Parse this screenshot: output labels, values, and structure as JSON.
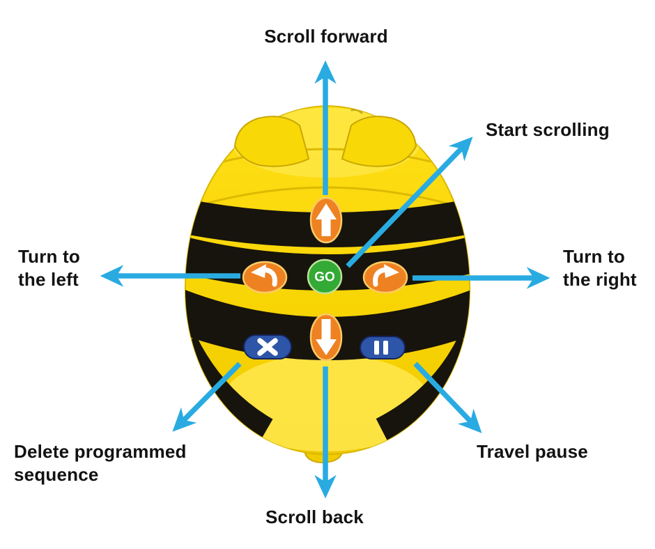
{
  "annotations": {
    "scroll_forward": "Scroll forward",
    "start_scrolling": "Start scrolling",
    "turn_left": "Turn to\nthe left",
    "turn_right": "Turn to\nthe right",
    "delete_sequence": "Delete programmed\nsequence",
    "travel_pause": "Travel pause",
    "scroll_back": "Scroll back"
  },
  "robot": {
    "go_button_label": "GO",
    "colors": {
      "arrow_blue": "#29ABE2",
      "body_yellow": "#F8D505",
      "stripe_black": "#17140D",
      "button_orange": "#EE8122",
      "button_green": "#33A936",
      "button_blue": "#2D55A8",
      "glyph_white": "#FFFFFF"
    }
  }
}
